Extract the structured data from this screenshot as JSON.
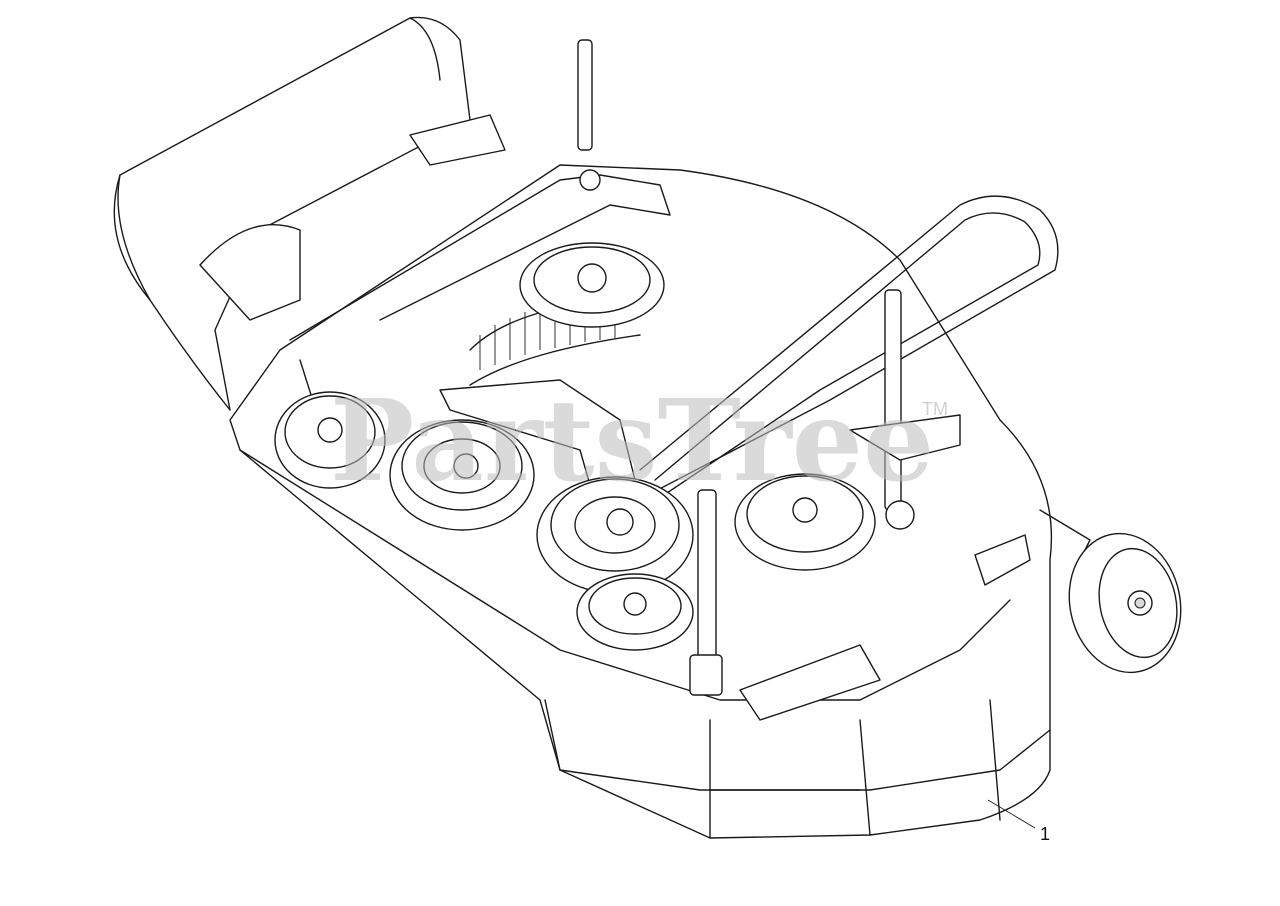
{
  "diagram": {
    "callouts": [
      {
        "id": "1",
        "label": "1"
      }
    ],
    "watermark": {
      "text": "PartsTree",
      "mark": "TM"
    },
    "colors": {
      "line": "#1a1a1a",
      "watermark": "#bdbdbd",
      "background": "#ffffff"
    }
  }
}
